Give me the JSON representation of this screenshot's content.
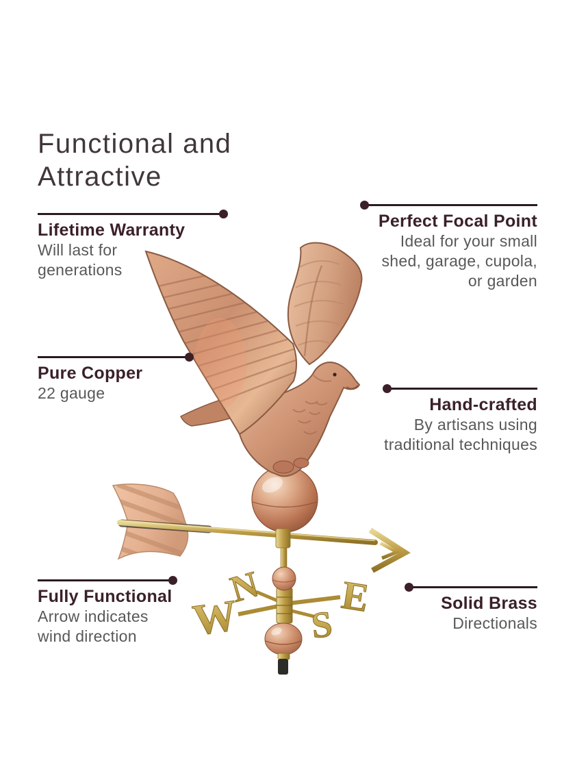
{
  "title": {
    "line1": "Functional and",
    "line2": "Attractive"
  },
  "callouts": {
    "lifetime_warranty": {
      "heading": "Lifetime Warranty",
      "line1": "Will last for",
      "line2": "generations"
    },
    "perfect_focal_point": {
      "heading": "Perfect Focal Point",
      "line1": "Ideal for your small",
      "line2": "shed, garage, cupola,",
      "line3": "or garden"
    },
    "pure_copper": {
      "heading": "Pure Copper",
      "line1": "22 gauge"
    },
    "hand_crafted": {
      "heading": "Hand-crafted",
      "line1": "By artisans using",
      "line2": "traditional techniques"
    },
    "fully_functional": {
      "heading": "Fully Functional",
      "line1": "Arrow indicates",
      "line2": "wind direction"
    },
    "solid_brass": {
      "heading": "Solid Brass",
      "line1": "Directionals"
    }
  },
  "vane": {
    "directionals": {
      "north": "N",
      "west": "W",
      "south": "S",
      "east": "E"
    }
  },
  "colors": {
    "title_text": "#413639",
    "heading_text": "#3a2127",
    "body_text": "#58585a",
    "callout_rule": "#2b1a1e",
    "callout_dot": "#3c2027",
    "copper": "#c98e6f",
    "brass": "#b6953f",
    "mount_rod": "#2c2c29"
  }
}
